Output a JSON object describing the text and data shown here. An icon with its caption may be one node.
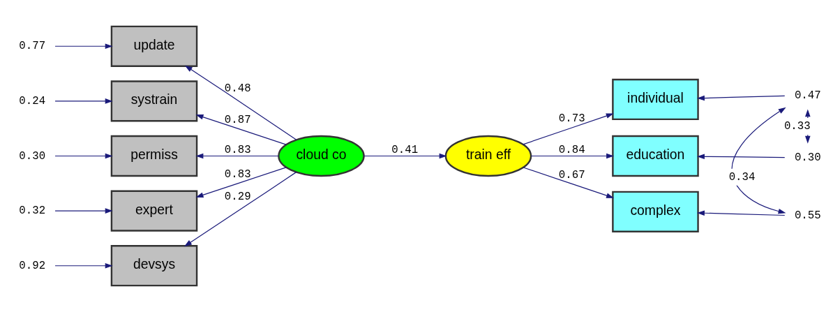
{
  "diagram": {
    "nodes": [
      {
        "text": [
          "devsys"
        ]
      },
      {
        "text": [
          "update"
        ]
      },
      {
        "text": [
          "systrain"
        ]
      },
      {
        "text": [
          "permiss"
        ]
      },
      {
        "text": [
          "expert"
        ]
      },
      {
        "text": [
          "cloud co"
        ]
      },
      {
        "text": [
          "train eff"
        ]
      },
      {
        "text": [
          "individual"
        ]
      },
      {
        "text": [
          "education"
        ]
      },
      {
        "text": [
          "complex"
        ]
      },
      {
        "text": [
          "0.92"
        ]
      },
      {
        "text": [
          "0.77"
        ]
      },
      {
        "text": [
          "0.24"
        ]
      },
      {
        "text": [
          "0.30"
        ]
      },
      {
        "text": [
          "0.32"
        ]
      },
      {
        "text": [
          "0.47"
        ]
      },
      {
        "text": [
          "0.30"
        ]
      },
      {
        "text": [
          "0.55"
        ]
      }
    ],
    "edges": [
      {
        "from": 5,
        "to": 0,
        "arrow": "to",
        "label": "0.29"
      },
      {
        "from": 5,
        "to": 1,
        "arrow": "to",
        "label": "0.48"
      },
      {
        "from": 5,
        "to": 2,
        "arrow": "to",
        "label": "0.87"
      },
      {
        "from": 5,
        "to": 3,
        "arrow": "to",
        "label": "0.83"
      },
      {
        "from": 5,
        "to": 4,
        "arrow": "to",
        "label": "0.83"
      },
      {
        "from": 5,
        "to": 6,
        "arrow": "to",
        "label": "0.41"
      },
      {
        "from": 6,
        "to": 7,
        "arrow": "to",
        "label": "0.73"
      },
      {
        "from": 6,
        "to": 8,
        "arrow": "to",
        "label": "0.84"
      },
      {
        "from": 6,
        "to": 9,
        "arrow": "to",
        "label": "0.67"
      },
      {
        "from": 10,
        "to": 0,
        "arrow": "to"
      },
      {
        "from": 11,
        "to": 1,
        "arrow": "to"
      },
      {
        "from": 12,
        "to": 2,
        "arrow": "to"
      },
      {
        "from": 13,
        "to": 3,
        "arrow": "to"
      },
      {
        "from": 14,
        "to": 4,
        "arrow": "to"
      },
      {
        "from": 15,
        "to": 7,
        "arrow": "to"
      },
      {
        "from": 16,
        "to": 8,
        "arrow": "to"
      },
      {
        "from": 17,
        "to": 9,
        "arrow": "to"
      },
      {
        "from": 15,
        "to": 16,
        "arrow": "both",
        "label": "0.33"
      },
      {
        "from": 15,
        "to": 17,
        "arrow": "both",
        "label": "0.34"
      }
    ]
  }
}
